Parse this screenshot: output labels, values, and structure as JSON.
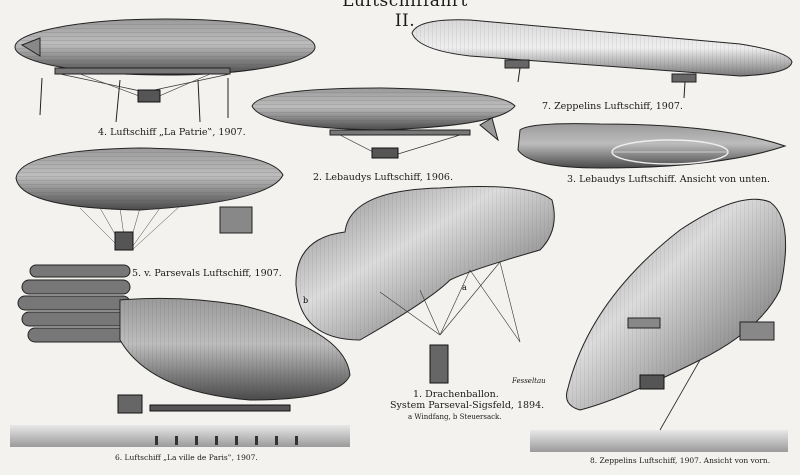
{
  "plate": {
    "title": "Luftschiffahrt II.",
    "captions": {
      "c1": "1. Drachenballon.",
      "c1_sub": "System Parseval-Sigsfeld, 1894.",
      "c1_note": "a Windfang, b Steuersack.",
      "c1_fesseltau": "Fesseltau",
      "c2": "2. Lebaudys Luftschiff, 1906.",
      "c3": "3. Lebaudys Luftschiff. Ansicht von unten.",
      "c4": "4. Luftschiff „La Patrie‟, 1907.",
      "c5": "5. v. Parsevals Luftschiff, 1907.",
      "c6": "6. Luftschiff „La ville de Paris‟, 1907.",
      "c7": "7. Zeppelins Luftschiff, 1907.",
      "c8": "8. Zeppelins Luftschiff, 1907. Ansicht von vorn."
    },
    "labels": {
      "a": "a",
      "b": "b"
    }
  }
}
